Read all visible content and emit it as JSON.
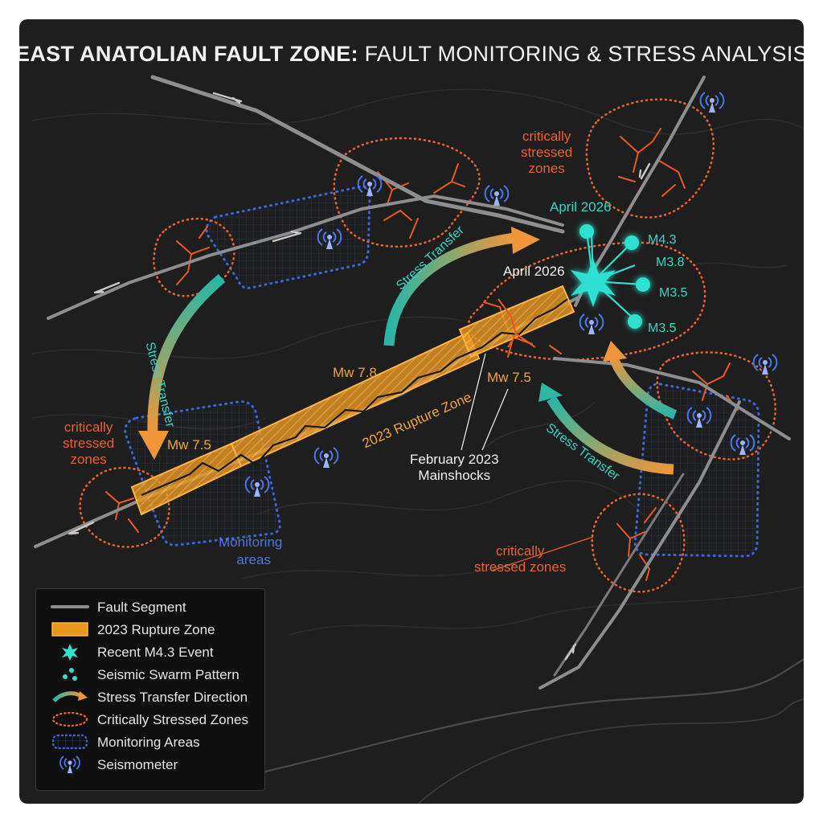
{
  "title": {
    "bold": "EAST ANATOLIAN FAULT ZONE:",
    "rest": "FAULT MONITORING & STRESS ANALYSIS"
  },
  "labels": {
    "critically_stressed_top": [
      "critically",
      "stressed",
      "zones"
    ],
    "critically_stressed_left": [
      "critically",
      "stressed",
      "zones"
    ],
    "critically_stressed_bottom": [
      "critically",
      "stressed zones"
    ],
    "stress_transfer": "Stress Transfer",
    "april_2026": "April 2026",
    "swarm_magnitudes": [
      "M4.3",
      "M3.8",
      "M3.5",
      "M3.5"
    ],
    "mw_78": "Mw 7.8",
    "mw_75_right": "Mw 7.5",
    "mw_75_left": "Mw 7.5",
    "rupture_zone": "2023 Rupture Zone",
    "mainshocks": [
      "February 2023",
      "Mainshocks"
    ],
    "monitoring": [
      "Monitoring",
      "areas"
    ]
  },
  "legend": [
    {
      "icon": "fault-segment",
      "label": "Fault Segment"
    },
    {
      "icon": "rupture-zone",
      "label": "2023 Rupture Zone"
    },
    {
      "icon": "star-event",
      "label": "Recent M4.3 Event"
    },
    {
      "icon": "swarm-dots",
      "label": "Seismic Swarm Pattern"
    },
    {
      "icon": "stress-arrow",
      "label": "Stress Transfer Direction"
    },
    {
      "icon": "critical-zone",
      "label": "Critically Stressed Zones"
    },
    {
      "icon": "monitoring-area",
      "label": "Monitoring Areas"
    },
    {
      "icon": "seismometer",
      "label": "Seismometer"
    }
  ],
  "colors": {
    "background": "#1e1e1f",
    "fault": "#8e8e90",
    "rupture": "#f2a33a",
    "critical": "#e8622f",
    "monitoring": "#3d66d6",
    "swarm": "#2fe0cf",
    "text": "#f3f3f3"
  }
}
